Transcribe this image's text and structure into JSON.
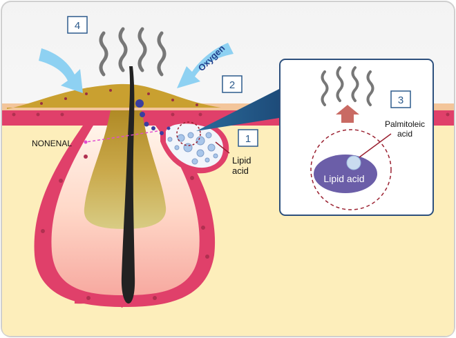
{
  "labels": {
    "step1": "1",
    "step2": "2",
    "step3": "3",
    "step4": "4",
    "oxygen": "Oxygen",
    "nonenal": "NONENAL",
    "lipid_acid_line1": "Lipid",
    "lipid_acid_line2": "acid",
    "palmitoleic_line1": "Palmitoleic",
    "palmitoleic_line2": "acid",
    "lipid_acid_inset": "Lipid acid"
  },
  "colors": {
    "skin": "#fdeebb",
    "skin_layer": "#e0406a",
    "sebum": "#c9a030",
    "hair": "#222222",
    "arrow": "#8ed1f2",
    "number_box": "#2c5a8c",
    "inset_border": "#2c4f7c",
    "lipid_ellipse": "#6b5ea8",
    "nonenal_line": "#e24bd0"
  }
}
